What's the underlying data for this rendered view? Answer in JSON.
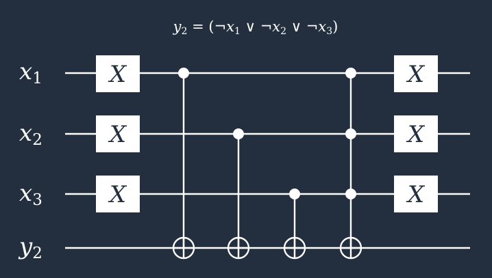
{
  "title": {
    "output_var": "y",
    "output_sub": "2",
    "equals": " = ",
    "open_paren": "(",
    "not_sign": "¬",
    "or_sign": " ∨ ",
    "close_paren": ")",
    "terms": [
      {
        "var": "x",
        "sub": "1"
      },
      {
        "var": "x",
        "sub": "2"
      },
      {
        "var": "x",
        "sub": "3"
      }
    ]
  },
  "wires": [
    {
      "var": "x",
      "sub": "1"
    },
    {
      "var": "x",
      "sub": "2"
    },
    {
      "var": "x",
      "sub": "3"
    },
    {
      "var": "y",
      "sub": "2"
    }
  ],
  "gates": {
    "pauli_x_label": "X"
  },
  "colors": {
    "background": "#232f3e",
    "foreground": "#ffffff"
  }
}
